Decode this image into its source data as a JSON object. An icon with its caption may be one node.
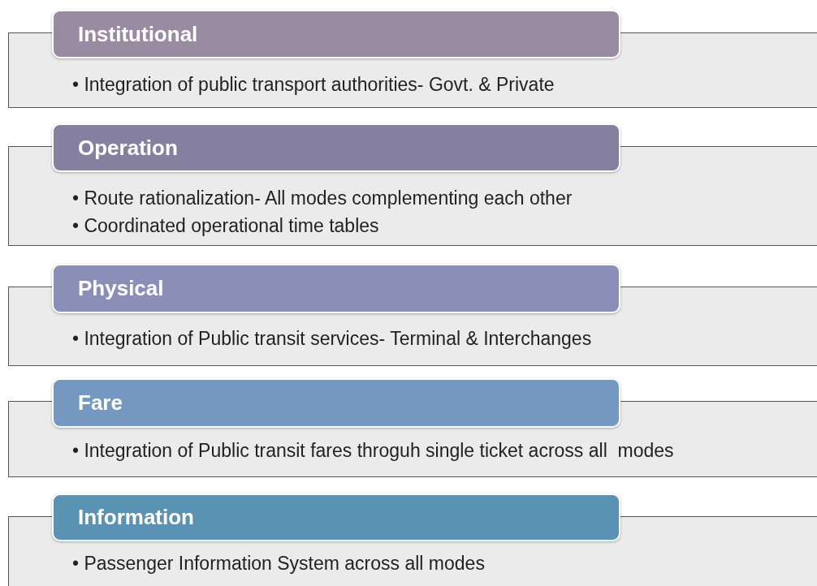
{
  "diagram": {
    "nodes": [
      {
        "text": [
          "Institutional",
          "• Integration of public transport authorities- Govt. & Private"
        ]
      },
      {
        "text": [
          "Operation",
          "• Route rationalization- All modes complementing each other",
          "• Coordinated operational time tables"
        ]
      },
      {
        "text": [
          "Physical",
          "• Integration of Public transit services- Terminal & Interchanges"
        ]
      },
      {
        "text": [
          "Fare",
          "• Integration of Public transit fares throguh single ticket across all  modes"
        ]
      },
      {
        "text": [
          "Information",
          "• Passenger Information System across all modes"
        ]
      }
    ]
  }
}
